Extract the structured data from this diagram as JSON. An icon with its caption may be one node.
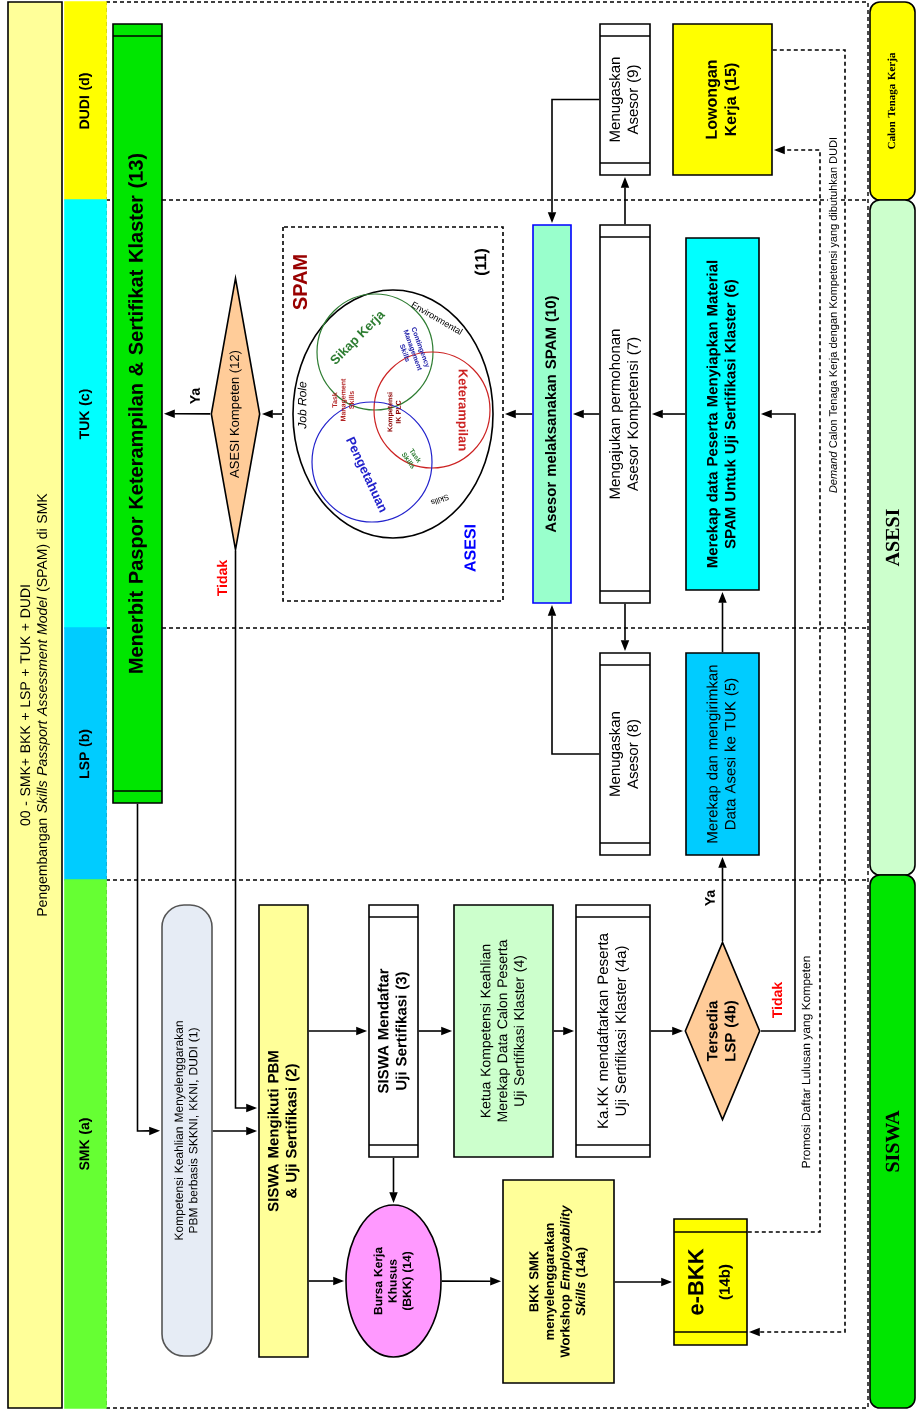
{
  "diagram": {
    "nodes": [
      {
        "text": [
          "00 - SMK+ BKK + LSP + TUK + DUDI",
          "Pengembangan *Skills Passport Assessment Model* (SPAM) di SMK"
        ]
      },
      {
        "text": [
          "DUDI (d)"
        ]
      },
      {
        "text": [
          "TUK (c)"
        ]
      },
      {
        "text": [
          "LSP (b)"
        ]
      },
      {
        "text": [
          "SMK (a)"
        ]
      },
      {
        "text": [
          "Calon Tenaga Kerja"
        ]
      },
      {
        "text": [
          "ASESI"
        ]
      },
      {
        "text": [
          "SISWA"
        ]
      },
      {
        "text": [
          "Menerbit Paspor Keterampilan & Sertifikat Klaster (13)"
        ]
      },
      {
        "text": [
          "ASESI Kompeten (12)"
        ]
      },
      {
        "text": [
          "SPAM",
          "(11)"
        ]
      },
      {
        "text": [
          "Asesor melaksanakan SPAM (10)"
        ]
      },
      {
        "text": [
          "Menugaskan Asesor (9)"
        ]
      },
      {
        "text": [
          "Mengajukan permohonan Asesor Kompetensi (7)"
        ]
      },
      {
        "text": [
          "Lowongan Kerja (15)"
        ]
      },
      {
        "text": [
          "Merekap data Peserta Menyiapkan Material SPAM Untuk Uji Sertifikasi Klaster (6)"
        ]
      },
      {
        "text": [
          "Menugaskan Asesor (8)"
        ]
      },
      {
        "text": [
          "Merekap dan mengirimkan Data Asesi ke TUK (5)"
        ]
      },
      {
        "text": [
          "Kompetensi Keahlian Menyelenggarakan PBM berbasis SKKNI, KKNI, DUDI (1)"
        ]
      },
      {
        "text": [
          "SISWA Mengikuti PBM & Uji Sertifikasi (2)"
        ]
      },
      {
        "text": [
          "SISWA Mendaftar Uji Sertifikasi (3)"
        ]
      },
      {
        "text": [
          "Ketua Kompetensi Keahlian Merekap Data Calon Peserta Uji Sertifikasi Klaster (4)"
        ]
      },
      {
        "text": [
          "Ka.KK mendaftarkan Peserta Uji Sertifikasi Klaster (4a)"
        ]
      },
      {
        "text": [
          "Tersedia LSP (4b)"
        ]
      },
      {
        "text": [
          "Bursa Kerja Khusus (BKK) (14)"
        ]
      },
      {
        "text": [
          "BKK SMK menyelenggarakan Workshop *Employability Skills* (14a)"
        ]
      },
      {
        "text": [
          "e-BKK",
          "(14b)"
        ]
      }
    ],
    "edges": [
      {
        "from": 8,
        "to": 18,
        "arrow": "to"
      },
      {
        "from": 18,
        "to": 19,
        "arrow": "to"
      },
      {
        "from": 9,
        "to": 19,
        "arrow": "to",
        "label": "Tidak"
      },
      {
        "from": 9,
        "to": 8,
        "arrow": "to",
        "label": "Ya"
      },
      {
        "from": 10,
        "to": 9,
        "arrow": "to"
      },
      {
        "from": 11,
        "to": 10,
        "arrow": "to"
      },
      {
        "from": 13,
        "to": 11,
        "arrow": "to"
      },
      {
        "from": 15,
        "to": 13,
        "arrow": "to"
      },
      {
        "from": 23,
        "to": 15,
        "arrow": "to",
        "label": "Tidak"
      },
      {
        "from": 23,
        "to": 17,
        "arrow": "to",
        "label": "Ya"
      },
      {
        "from": 17,
        "to": 15,
        "arrow": "to"
      },
      {
        "from": 13,
        "to": 16,
        "arrow": "to"
      },
      {
        "from": 16,
        "to": 11,
        "arrow": "to"
      },
      {
        "from": 13,
        "to": 12,
        "arrow": "to"
      },
      {
        "from": 12,
        "to": 11,
        "arrow": "to"
      },
      {
        "from": 19,
        "to": 20,
        "arrow": "to"
      },
      {
        "from": 20,
        "to": 21,
        "arrow": "to"
      },
      {
        "from": 21,
        "to": 22,
        "arrow": "to"
      },
      {
        "from": 22,
        "to": 23,
        "arrow": "to"
      },
      {
        "from": 20,
        "to": 24,
        "arrow": "to"
      },
      {
        "from": 19,
        "to": 24,
        "arrow": "to"
      },
      {
        "from": 24,
        "to": 25,
        "arrow": "to"
      },
      {
        "from": 25,
        "to": 26,
        "arrow": "to"
      },
      {
        "from": 26,
        "to": 14,
        "arrow": "to",
        "style": "dashed",
        "label": "Promosi Daftar Lulusan yang Kompeten"
      },
      {
        "from": 14,
        "to": 26,
        "arrow": "to",
        "style": "dashed",
        "label": "*Demand* Calon Tenaga Kerja dengan Kompetensi yang dibutuhkan DUDI"
      }
    ],
    "labels": [
      "Job Role",
      "Environmental",
      "Sikap Kerja",
      "Task Management Skills",
      "Contingency Management Skills",
      "Kompetensi IK PLC",
      "Keterampilan",
      "Pengetahuan",
      "Task Skills",
      "Skills",
      "ASESI"
    ]
  }
}
